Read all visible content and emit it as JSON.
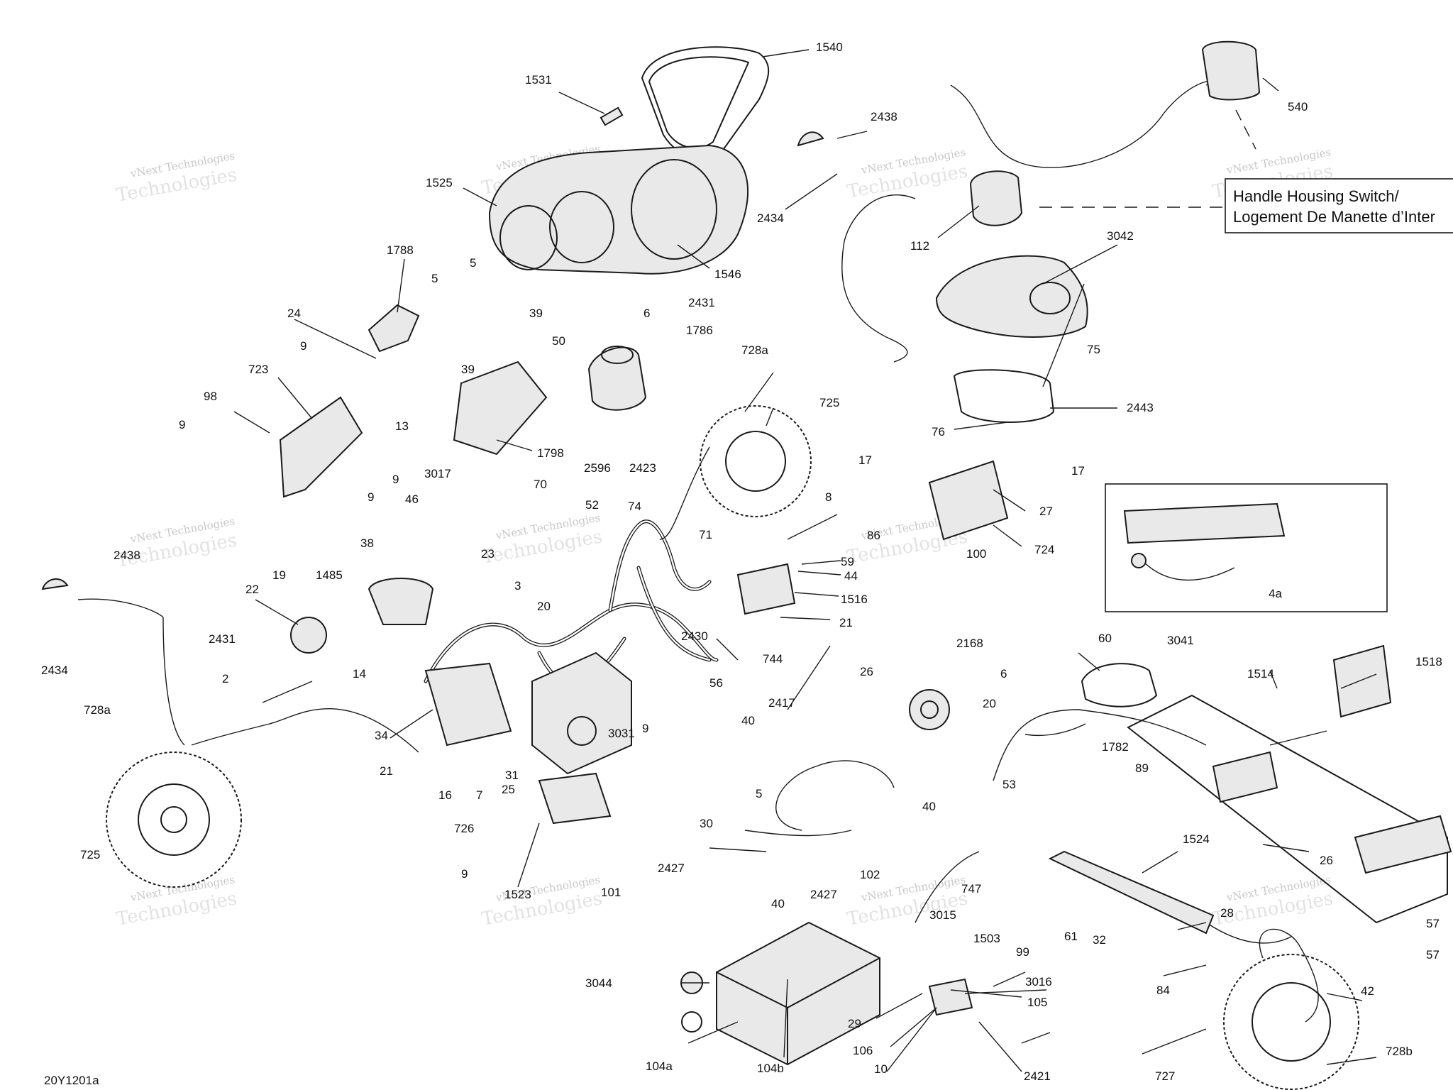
{
  "diagram": {
    "figure_code": "20Y1201a",
    "watermark_line1": "vNext Technologies",
    "watermark_line2": "Technologies",
    "callout": {
      "line1": "Handle Housing Switch/",
      "line2": "Logement De Manette d’Inter"
    },
    "inset_label": "4a",
    "labels": [
      {
        "id": "l1540",
        "text": "1540"
      },
      {
        "id": "l1531",
        "text": "1531"
      },
      {
        "id": "l2438a",
        "text": "2438"
      },
      {
        "id": "l540",
        "text": "540"
      },
      {
        "id": "l1525",
        "text": "1525"
      },
      {
        "id": "l2434a",
        "text": "2434"
      },
      {
        "id": "l112",
        "text": "112"
      },
      {
        "id": "l3042",
        "text": "3042"
      },
      {
        "id": "l1546",
        "text": "1546"
      },
      {
        "id": "l1788",
        "text": "1788"
      },
      {
        "id": "l5a",
        "text": "5"
      },
      {
        "id": "l5b",
        "text": "5"
      },
      {
        "id": "l24",
        "text": "24"
      },
      {
        "id": "l39a",
        "text": "39"
      },
      {
        "id": "l6a",
        "text": "6"
      },
      {
        "id": "l2431a",
        "text": "2431"
      },
      {
        "id": "l50",
        "text": "50"
      },
      {
        "id": "l1786",
        "text": "1786"
      },
      {
        "id": "l9a",
        "text": "9"
      },
      {
        "id": "l728a1",
        "text": "728a"
      },
      {
        "id": "l75",
        "text": "75"
      },
      {
        "id": "l723",
        "text": "723"
      },
      {
        "id": "l39b",
        "text": "39"
      },
      {
        "id": "l725a",
        "text": "725"
      },
      {
        "id": "l2443",
        "text": "2443"
      },
      {
        "id": "l98",
        "text": "98"
      },
      {
        "id": "l13",
        "text": "13"
      },
      {
        "id": "l76",
        "text": "76"
      },
      {
        "id": "l9b",
        "text": "9"
      },
      {
        "id": "l1798",
        "text": "1798"
      },
      {
        "id": "l17a",
        "text": "17"
      },
      {
        "id": "l17b",
        "text": "17"
      },
      {
        "id": "l2596",
        "text": "2596"
      },
      {
        "id": "l2423",
        "text": "2423"
      },
      {
        "id": "l70",
        "text": "70"
      },
      {
        "id": "l9c",
        "text": "9"
      },
      {
        "id": "l9d",
        "text": "9"
      },
      {
        "id": "l3017",
        "text": "3017"
      },
      {
        "id": "l8",
        "text": "8"
      },
      {
        "id": "l27",
        "text": "27"
      },
      {
        "id": "l46",
        "text": "46"
      },
      {
        "id": "l52",
        "text": "52"
      },
      {
        "id": "l74",
        "text": "74"
      },
      {
        "id": "l86",
        "text": "86"
      },
      {
        "id": "l38",
        "text": "38"
      },
      {
        "id": "l71",
        "text": "71"
      },
      {
        "id": "l100",
        "text": "100"
      },
      {
        "id": "l724",
        "text": "724"
      },
      {
        "id": "l2438b",
        "text": "2438"
      },
      {
        "id": "l23",
        "text": "23"
      },
      {
        "id": "l59",
        "text": "59"
      },
      {
        "id": "l19",
        "text": "19"
      },
      {
        "id": "l1485",
        "text": "1485"
      },
      {
        "id": "l44",
        "text": "44"
      },
      {
        "id": "l3",
        "text": "3"
      },
      {
        "id": "l22",
        "text": "22"
      },
      {
        "id": "l1516",
        "text": "1516"
      },
      {
        "id": "l20a",
        "text": "20"
      },
      {
        "id": "l21a",
        "text": "21"
      },
      {
        "id": "l2431b",
        "text": "2431"
      },
      {
        "id": "l2434b",
        "text": "2434"
      },
      {
        "id": "l14",
        "text": "14"
      },
      {
        "id": "l2430",
        "text": "2430"
      },
      {
        "id": "l60",
        "text": "60"
      },
      {
        "id": "l3041",
        "text": "3041"
      },
      {
        "id": "l2168",
        "text": "2168"
      },
      {
        "id": "l1518",
        "text": "1518"
      },
      {
        "id": "l2",
        "text": "2"
      },
      {
        "id": "l744",
        "text": "744"
      },
      {
        "id": "l26a",
        "text": "26"
      },
      {
        "id": "l6b",
        "text": "6"
      },
      {
        "id": "l1514",
        "text": "1514"
      },
      {
        "id": "l56",
        "text": "56"
      },
      {
        "id": "l728a2",
        "text": "728a"
      },
      {
        "id": "l2417",
        "text": "2417"
      },
      {
        "id": "l20b",
        "text": "20"
      },
      {
        "id": "l3031",
        "text": "3031"
      },
      {
        "id": "l34",
        "text": "34"
      },
      {
        "id": "l40a",
        "text": "40"
      },
      {
        "id": "l9e",
        "text": "9"
      },
      {
        "id": "l1782",
        "text": "1782"
      },
      {
        "id": "l31",
        "text": "31"
      },
      {
        "id": "l21b",
        "text": "21"
      },
      {
        "id": "l89",
        "text": "89"
      },
      {
        "id": "l53",
        "text": "53"
      },
      {
        "id": "l16",
        "text": "16"
      },
      {
        "id": "l7",
        "text": "7"
      },
      {
        "id": "l25",
        "text": "25"
      },
      {
        "id": "l5c",
        "text": "5"
      },
      {
        "id": "l40b",
        "text": "40"
      },
      {
        "id": "l30",
        "text": "30"
      },
      {
        "id": "l726",
        "text": "726"
      },
      {
        "id": "l725b",
        "text": "725"
      },
      {
        "id": "l26b",
        "text": "26"
      },
      {
        "id": "l2427a",
        "text": "2427"
      },
      {
        "id": "l1524",
        "text": "1524"
      },
      {
        "id": "l102",
        "text": "102"
      },
      {
        "id": "l9f",
        "text": "9"
      },
      {
        "id": "l1523",
        "text": "1523"
      },
      {
        "id": "l101",
        "text": "101"
      },
      {
        "id": "l40c",
        "text": "40"
      },
      {
        "id": "l2427b",
        "text": "2427"
      },
      {
        "id": "l747",
        "text": "747"
      },
      {
        "id": "l28",
        "text": "28"
      },
      {
        "id": "l3015",
        "text": "3015"
      },
      {
        "id": "l57a",
        "text": "57"
      },
      {
        "id": "l1503",
        "text": "1503"
      },
      {
        "id": "l99",
        "text": "99"
      },
      {
        "id": "l61",
        "text": "61"
      },
      {
        "id": "l32",
        "text": "32"
      },
      {
        "id": "l57b",
        "text": "57"
      },
      {
        "id": "l3044",
        "text": "3044"
      },
      {
        "id": "l3016",
        "text": "3016"
      },
      {
        "id": "l84",
        "text": "84"
      },
      {
        "id": "l42",
        "text": "42"
      },
      {
        "id": "l105",
        "text": "105"
      },
      {
        "id": "l29",
        "text": "29"
      },
      {
        "id": "l106",
        "text": "106"
      },
      {
        "id": "l104a",
        "text": "104a"
      },
      {
        "id": "l104b",
        "text": "104b"
      },
      {
        "id": "l10",
        "text": "10"
      },
      {
        "id": "l2421",
        "text": "2421"
      },
      {
        "id": "l727",
        "text": "727"
      },
      {
        "id": "l728b",
        "text": "728b"
      }
    ]
  }
}
